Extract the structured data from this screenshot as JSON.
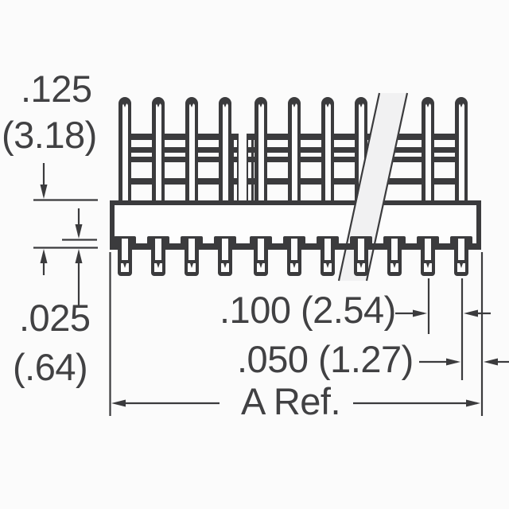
{
  "title": "Pin header side-view technical drawing",
  "dimensions": {
    "insulator_height": {
      "inches": ".125",
      "mm": "(3.18)"
    },
    "standoff": {
      "inches": ".025",
      "mm": "(.64)"
    },
    "pitch": {
      "label": ".100 (2.54)"
    },
    "end_spacing": {
      "label": ".050 (1.27)"
    },
    "overall_width": {
      "label": "A Ref."
    }
  },
  "colors": {
    "ink": "#3b3b3d",
    "background": "#fbfbfb",
    "break_band": "#f1f1f2"
  }
}
